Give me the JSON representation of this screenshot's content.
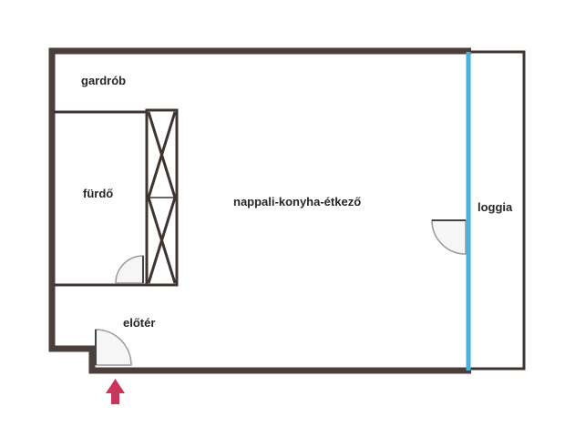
{
  "floor_plan": {
    "rooms": {
      "walk_in_closet": "gardrób",
      "bathroom": "fürdő",
      "living_kitchen_dining": "nappali-konyha-étkező",
      "loggia": "loggia",
      "hallway": "előtér"
    },
    "entrance_marker": "entrance-arrow-icon",
    "colors": {
      "wall": "#4a3f3a",
      "thin_wall": "#3e3430",
      "glazing": "#4ab2e0",
      "entrance_arrow": "#c8375a",
      "door_fill": "#f6f6f6",
      "door_stroke": "#999999"
    }
  }
}
